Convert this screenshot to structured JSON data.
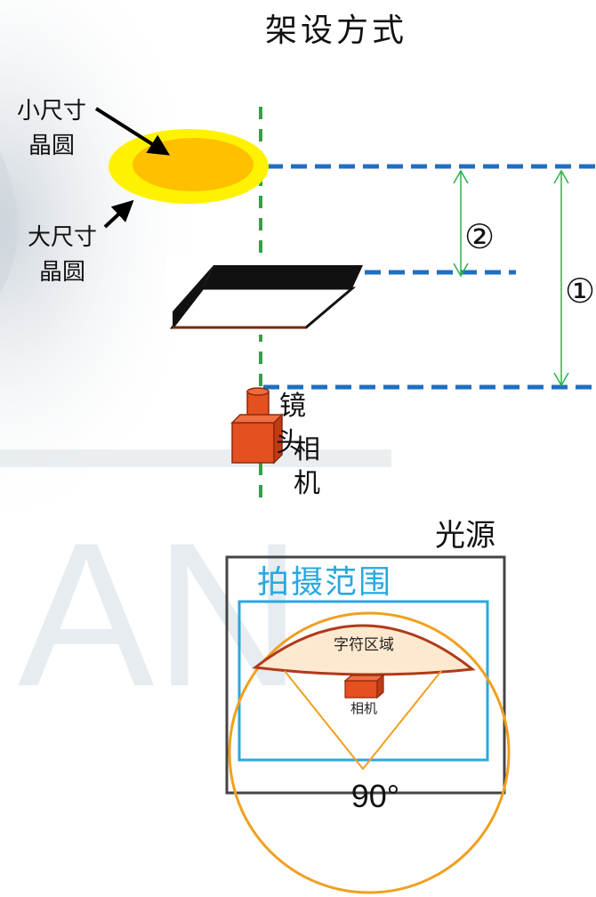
{
  "title": "架设方式",
  "wafer": {
    "small_label_1": "小尺寸",
    "small_label_2": "晶圆",
    "large_label_1": "大尺寸",
    "large_label_2": "晶圆"
  },
  "distances": {
    "d1": "①",
    "d2": "②"
  },
  "camera": {
    "lens_1": "镜",
    "lens_2": "头",
    "cam_1": "相",
    "cam_2": "机"
  },
  "bottom": {
    "light_label": "光源",
    "shoot_range_label": "拍摄范围",
    "char_area_label": "字符区域",
    "camera_label": "相机",
    "angle_label": "90°"
  },
  "colors": {
    "blue_dash": "#1f6fc0",
    "green_dash": "#2aa64a",
    "green_arrow": "#2bb24c",
    "wafer_outer": "#fff200",
    "wafer_inner": "#ffc000",
    "camera": "#e4501f",
    "range_blue": "#29a8e0",
    "orange_circle": "#f0a020",
    "char_fill": "#fde9cf",
    "char_stroke": "#b03a1a"
  }
}
